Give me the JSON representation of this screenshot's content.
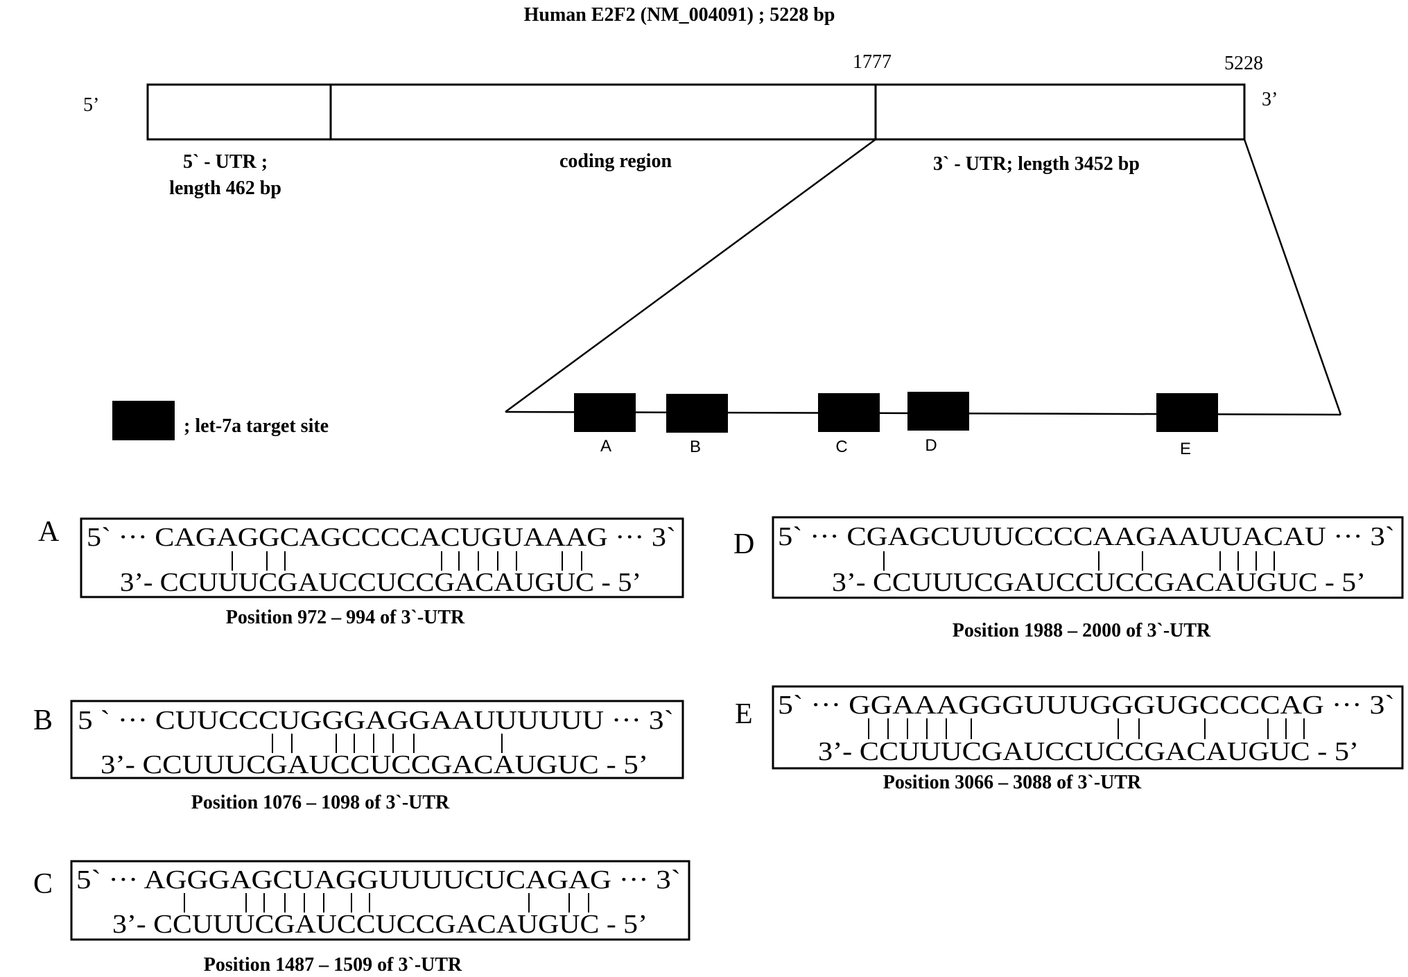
{
  "title": "Human E2F2 (NM_004091) ;  5228 bp",
  "gene_map": {
    "five_prime_label": "5’",
    "three_prime_label": "3’",
    "coord_1777": "1777",
    "coord_5228": "5228",
    "utr5_line1": "5` - UTR ;",
    "utr5_line2": "length 462 bp",
    "coding_label": "coding region",
    "utr3_label": "3` - UTR; length 3452 bp"
  },
  "legend": {
    "label": "; let-7a target site"
  },
  "sites": [
    {
      "id": "A"
    },
    {
      "id": "B"
    },
    {
      "id": "C"
    },
    {
      "id": "D"
    },
    {
      "id": "E"
    }
  ],
  "panels": [
    {
      "letter": "A",
      "top": "5` ··· CAGAGGCAGCCCCACUGUAAAG ··· 3`",
      "bottom": "3’- CCUUUCGAUCCUCCGACAUGUC - 5’",
      "position": "Position 972 – 994 of 3`-UTR"
    },
    {
      "letter": "B",
      "top": "5 ` ··· CUUCCCUGGGAGGAAUUUUUU ··· 3`",
      "bottom": "3’- CCUUUCGAUCCUCCGACAUGUC - 5’",
      "position": "Position 1076 – 1098 of 3`-UTR"
    },
    {
      "letter": "C",
      "top": "5` ··· AGGGAGCUAGGUUUUCUCAGAG ··· 3`",
      "bottom": "3’- CCUUUCGAUCCUCCGACAUGUC - 5’",
      "position": "Position 1487 – 1509 of 3`-UTR"
    },
    {
      "letter": "D",
      "top": "5` ··· CGAGCUUUCCCCAAGAAUUACAU ··· 3`",
      "bottom": "3’- CCUUUCGAUCCUCCGACAUGUC - 5’",
      "position": "Position 1988 – 2000 of 3`-UTR"
    },
    {
      "letter": "E",
      "top": "5` ··· GGAAAGGGUUUGGGUGCCCCAG ··· 3`",
      "bottom": "3’- CCUUUCGAUCCUCCGACAUGUC - 5’",
      "position": "Position 3066 – 3088 of 3`-UTR"
    }
  ]
}
